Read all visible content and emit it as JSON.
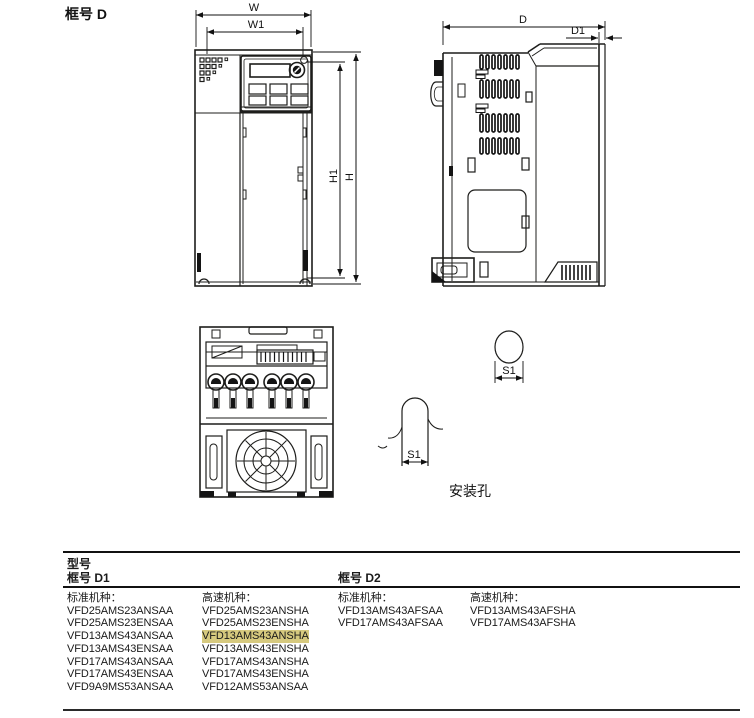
{
  "page": {
    "frame_label": "框号 D"
  },
  "drawings": {
    "front_view": {
      "labels": {
        "w": "W",
        "w1": "W1",
        "h": "H",
        "h1": "H1"
      }
    },
    "side_view": {
      "labels": {
        "d": "D",
        "d1": "D1"
      }
    },
    "mounting_holes": {
      "caption": "安装孔",
      "labels": {
        "s1_top": "S1",
        "s1_slot": "S1"
      }
    }
  },
  "table": {
    "title": "型号",
    "highlight_color": "#d6c97e",
    "frames": [
      {
        "label": "框号 D1",
        "standard": {
          "header": "标准机种：",
          "models": [
            "VFD25AMS23ANSAA",
            "VFD25AMS23ENSAA",
            "VFD13AMS43ANSAA",
            "VFD13AMS43ENSAA",
            "VFD17AMS43ANSAA",
            "VFD17AMS43ENSAA",
            "VFD9A9MS53ANSAA"
          ]
        },
        "high_speed": {
          "header": "高速机种：",
          "models": [
            "VFD25AMS23ANSHA",
            "VFD25AMS23ENSHA",
            "VFD13AMS43ANSHA",
            "VFD13AMS43ENSHA",
            "VFD17AMS43ANSHA",
            "VFD17AMS43ENSHA",
            "VFD12AMS53ANSAA"
          ],
          "highlighted_model": "VFD13AMS43ANSHA"
        }
      },
      {
        "label": "框号 D2",
        "standard": {
          "header": "标准机种：",
          "models": [
            "VFD13AMS43AFSAA",
            "VFD17AMS43AFSAA"
          ]
        },
        "high_speed": {
          "header": "高速机种：",
          "models": [
            "VFD13AMS43AFSHA",
            "VFD17AMS43AFSHA"
          ]
        }
      }
    ]
  }
}
